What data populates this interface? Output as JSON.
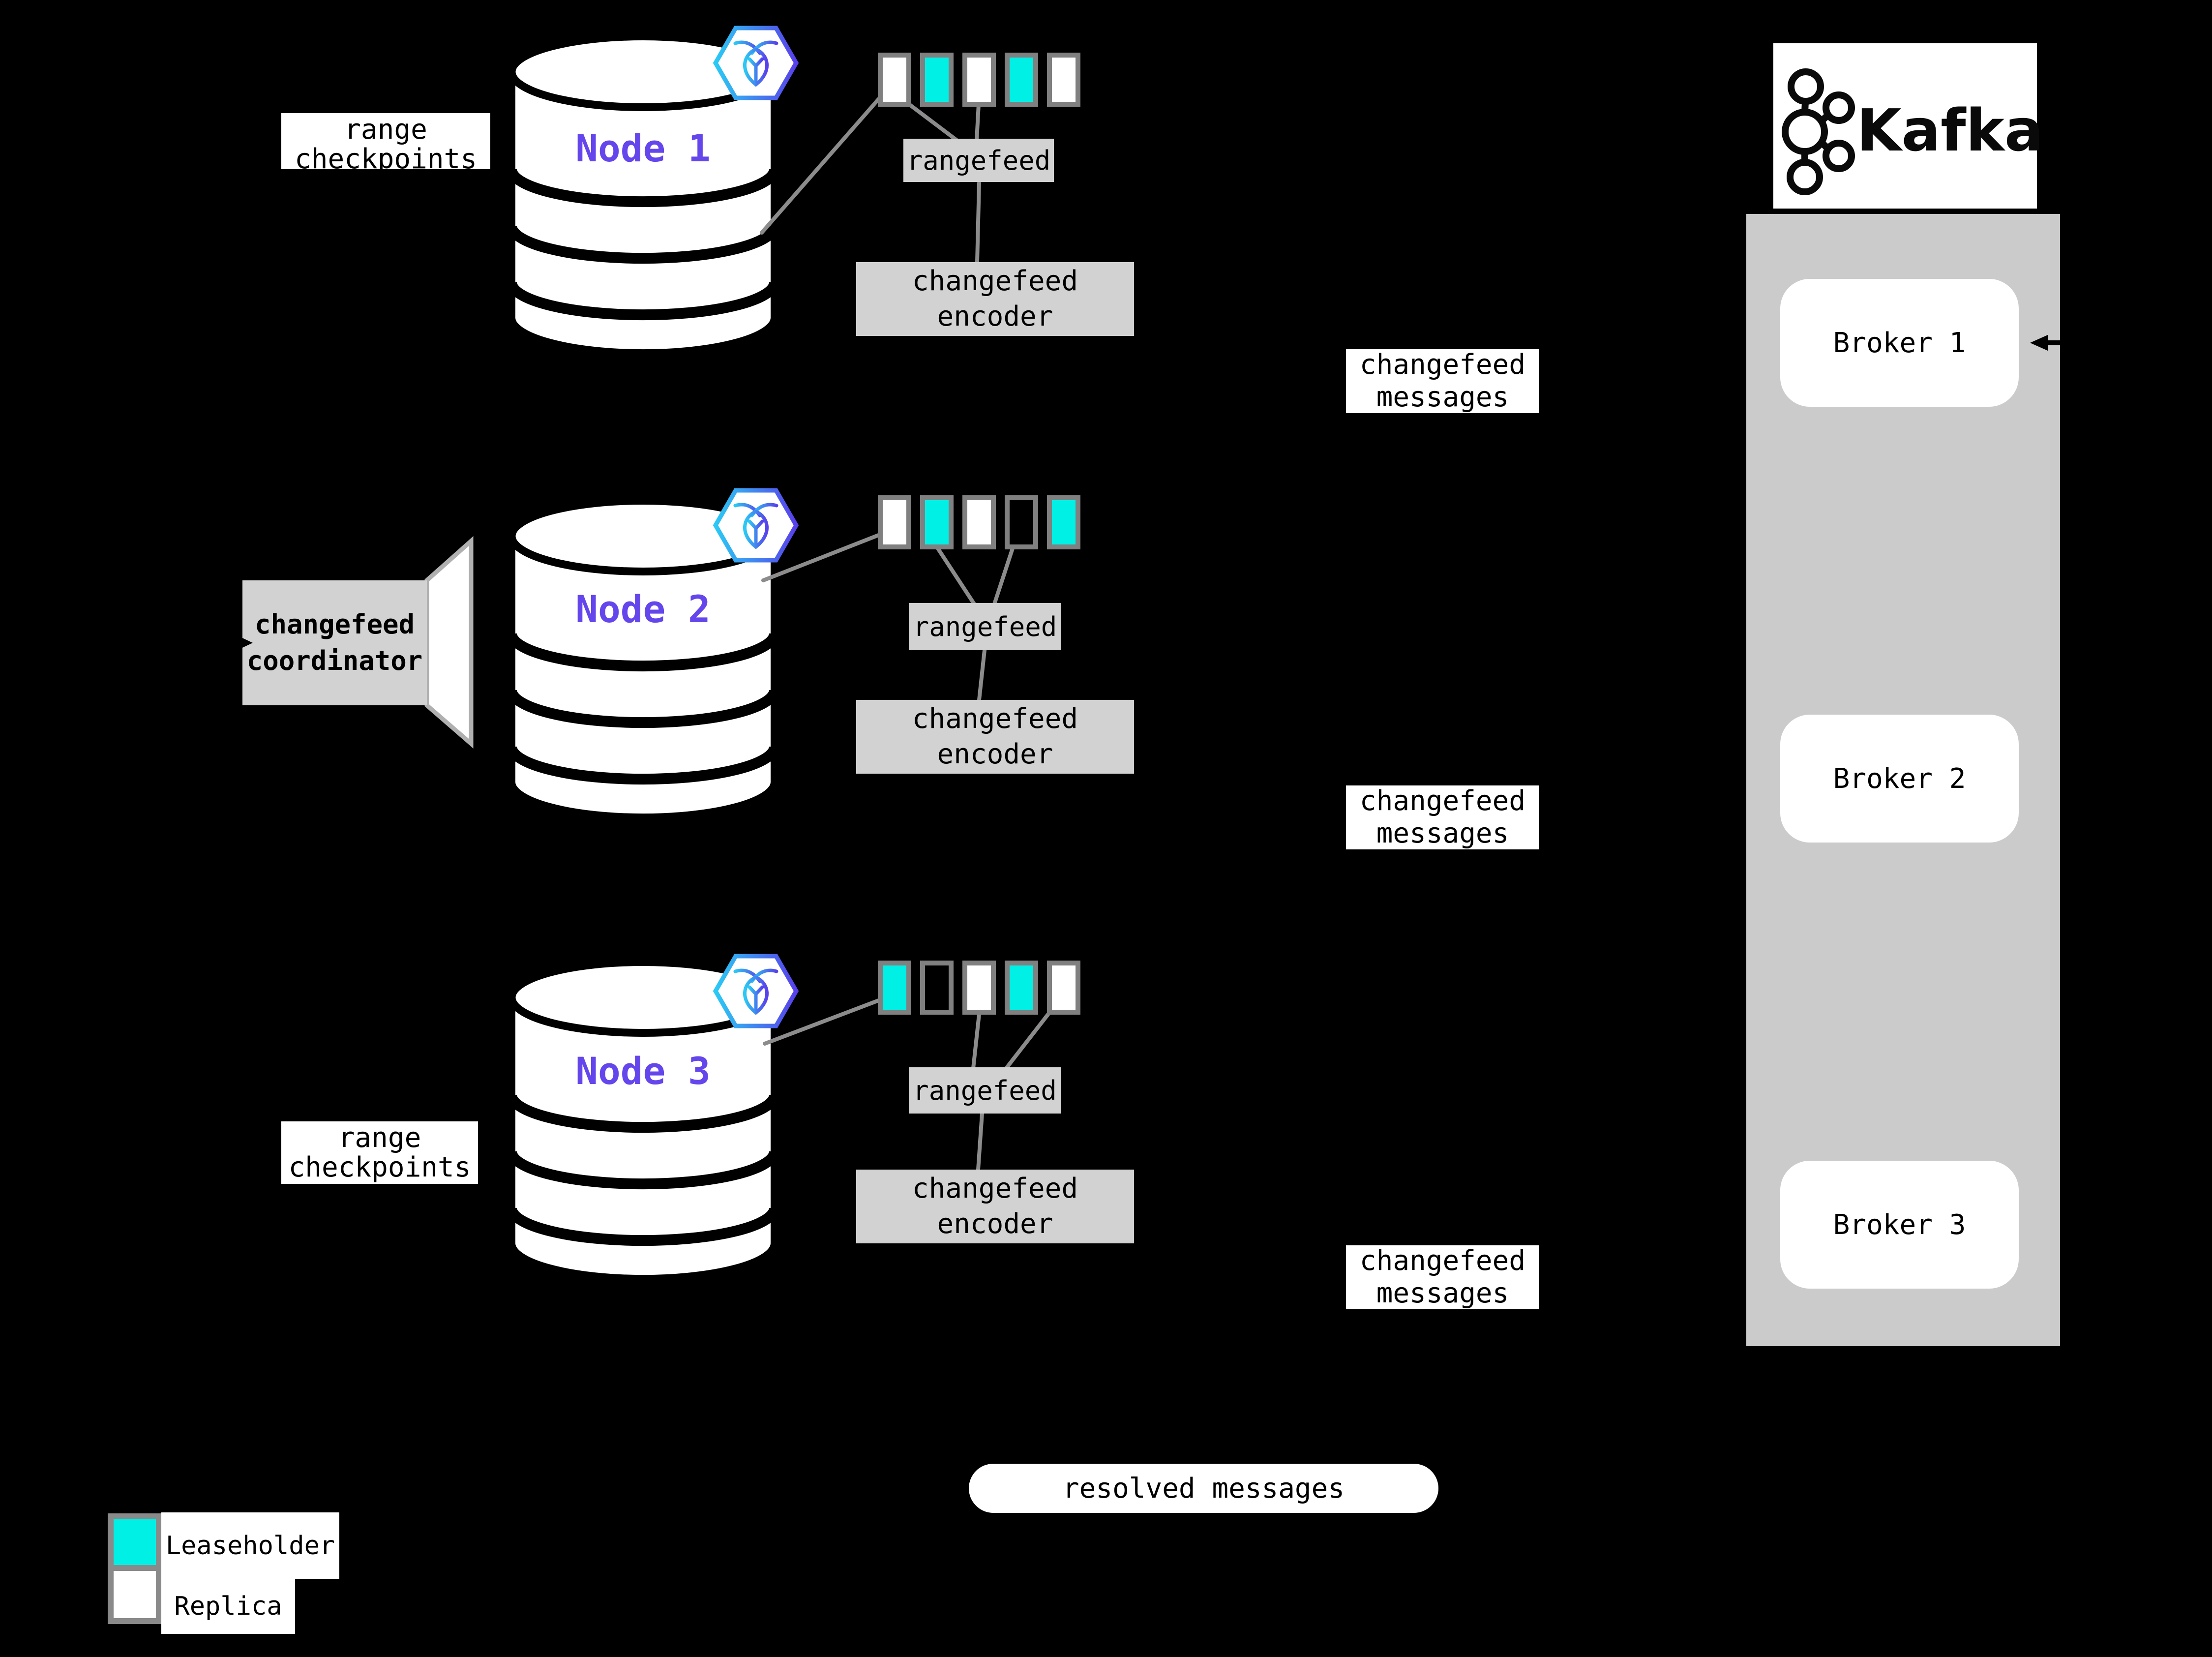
{
  "colors": {
    "background": "#000000",
    "leaseholder": "#00f0e6",
    "replica": "#ffffff",
    "label_box_gray": "#d2d2d2",
    "kafka_column_gray": "#cbcbcb",
    "node_label_purple": "#6446ec",
    "connector_gray": "#8c8c8c",
    "range_border_gray": "#808080",
    "badge_gradient_start": "#2bc9f4",
    "badge_gradient_end": "#5840eb"
  },
  "nodes": [
    {
      "label": "Node 1",
      "side_label": "range checkpoints",
      "rangefeed_label": "rangefeed",
      "encoder_label": "changefeed encoder",
      "message_label": "changefeed messages",
      "ranges": [
        "replica",
        "leaseholder",
        "replica",
        "leaseholder",
        "replica"
      ]
    },
    {
      "label": "Node 2",
      "side_label": "changefeed coordinator",
      "rangefeed_label": "rangefeed",
      "encoder_label": "changefeed encoder",
      "message_label": "changefeed messages",
      "ranges": [
        "replica",
        "leaseholder",
        "replica",
        "empty",
        "leaseholder"
      ]
    },
    {
      "label": "Node 3",
      "side_label": "range checkpoints",
      "rangefeed_label": "rangefeed",
      "encoder_label": "changefeed encoder",
      "message_label": "changefeed messages",
      "ranges": [
        "leaseholder",
        "empty",
        "replica",
        "leaseholder",
        "replica"
      ]
    }
  ],
  "kafka": {
    "brand": "Kafka",
    "brokers": [
      "Broker 1",
      "Broker 2",
      "Broker 3"
    ]
  },
  "resolved_label": "resolved messages",
  "legend": {
    "items": [
      {
        "swatch": "leaseholder",
        "label": "Leaseholder"
      },
      {
        "swatch": "replica",
        "label": "Replica"
      }
    ]
  },
  "icons": {
    "node_badge": "cockroachdb-icon",
    "kafka_logo": "kafka-logo-icon"
  }
}
